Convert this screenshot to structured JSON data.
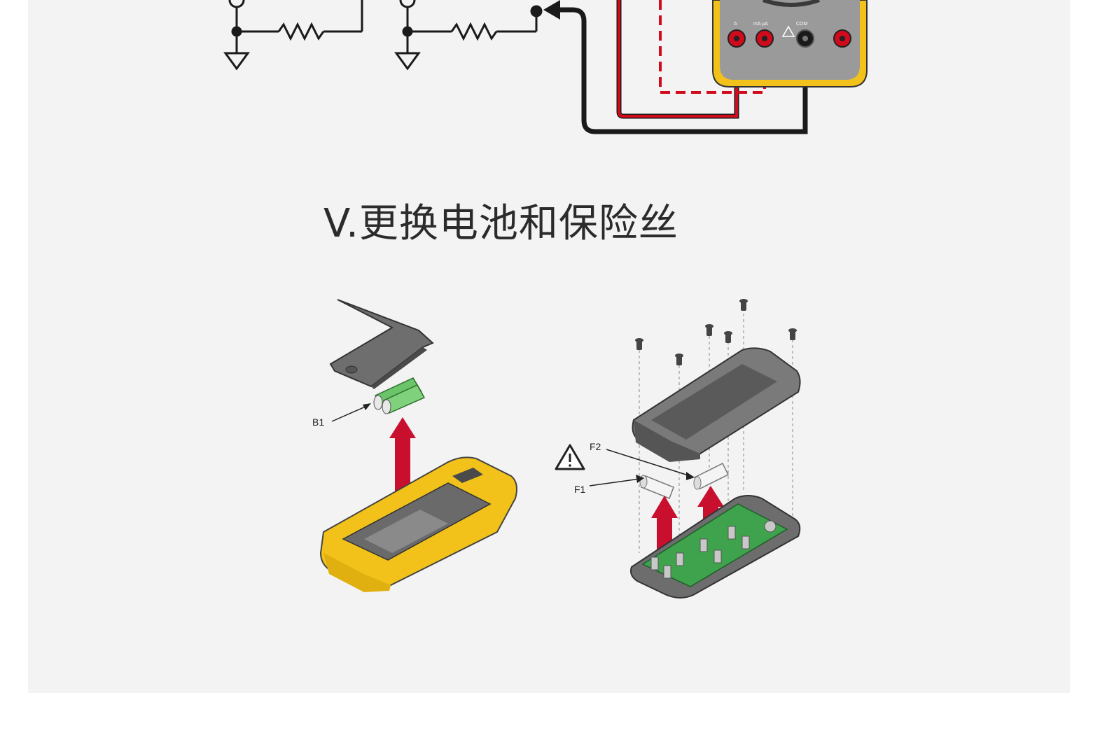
{
  "section": {
    "title": "V.更换电池和保险丝"
  },
  "meter_jacks": {
    "a": "A",
    "ma_ua": "mA µA",
    "com": "COM"
  },
  "labels": {
    "battery": "B1",
    "fuse_1": "F1",
    "fuse_2": "F2"
  },
  "colors": {
    "background": "#f3f3f3",
    "wire_red": "#d10a1c",
    "wire_black": "#1a1a1a",
    "meter_body": "#f2c21a",
    "arrow": "#c8102e",
    "circuit_board": "#3fa34d",
    "battery": "#6cc46a"
  }
}
